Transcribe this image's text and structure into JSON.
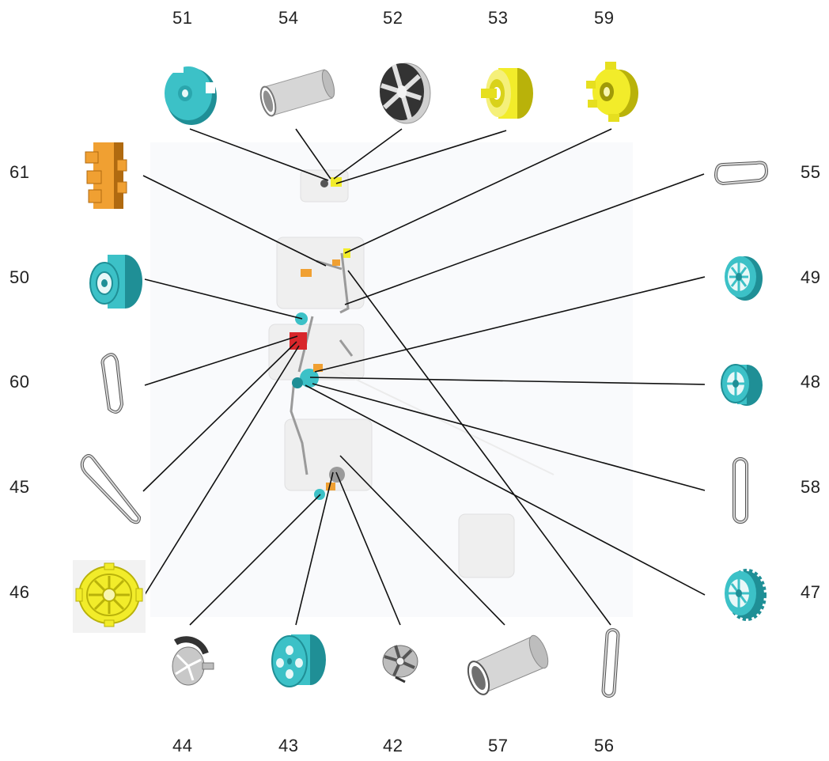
{
  "labels": {
    "n51": "51",
    "n54": "54",
    "n52": "52",
    "n53": "53",
    "n59": "59",
    "n61": "61",
    "n50": "50",
    "n60": "60",
    "n45": "45",
    "n46": "46",
    "n55": "55",
    "n49": "49",
    "n48": "48",
    "n58": "58",
    "n47": "47",
    "n44": "44",
    "n43": "43",
    "n42": "42",
    "n57": "57",
    "n56": "56"
  },
  "colors": {
    "teal": "#3cc1c7",
    "teal_dark": "#1f8f96",
    "yellow": "#f2ec2a",
    "yellow_dark": "#b9b20a",
    "orange": "#f0a032",
    "orange_dark": "#b06a10",
    "gray": "#cfcfcf",
    "gray_dark": "#6f6f6f",
    "red": "#d8262a",
    "leader": "#111111"
  },
  "parts": [
    {
      "id": "51",
      "icon": "teal-gear-disc-icon"
    },
    {
      "id": "54",
      "icon": "gray-tube-icon"
    },
    {
      "id": "52",
      "icon": "dark-spoked-hub-icon"
    },
    {
      "id": "53",
      "icon": "yellow-pulley-icon"
    },
    {
      "id": "59",
      "icon": "yellow-cog-hub-icon"
    },
    {
      "id": "61",
      "icon": "orange-bracket-icon"
    },
    {
      "id": "50",
      "icon": "teal-pulley-icon"
    },
    {
      "id": "60",
      "icon": "belt-loop-icon"
    },
    {
      "id": "45",
      "icon": "long-belt-icon"
    },
    {
      "id": "46",
      "icon": "yellow-spoked-gear-icon"
    },
    {
      "id": "55",
      "icon": "short-belt-icon"
    },
    {
      "id": "49",
      "icon": "teal-spoked-wheel-icon"
    },
    {
      "id": "48",
      "icon": "teal-cog-wheel-icon"
    },
    {
      "id": "58",
      "icon": "vertical-belt-icon"
    },
    {
      "id": "47",
      "icon": "teal-toothed-gear-icon"
    },
    {
      "id": "44",
      "icon": "gray-vaned-hub-icon"
    },
    {
      "id": "43",
      "icon": "teal-roller-icon"
    },
    {
      "id": "42",
      "icon": "gray-impeller-icon"
    },
    {
      "id": "57",
      "icon": "gray-sleeve-icon"
    },
    {
      "id": "56",
      "icon": "narrow-belt-icon"
    }
  ]
}
